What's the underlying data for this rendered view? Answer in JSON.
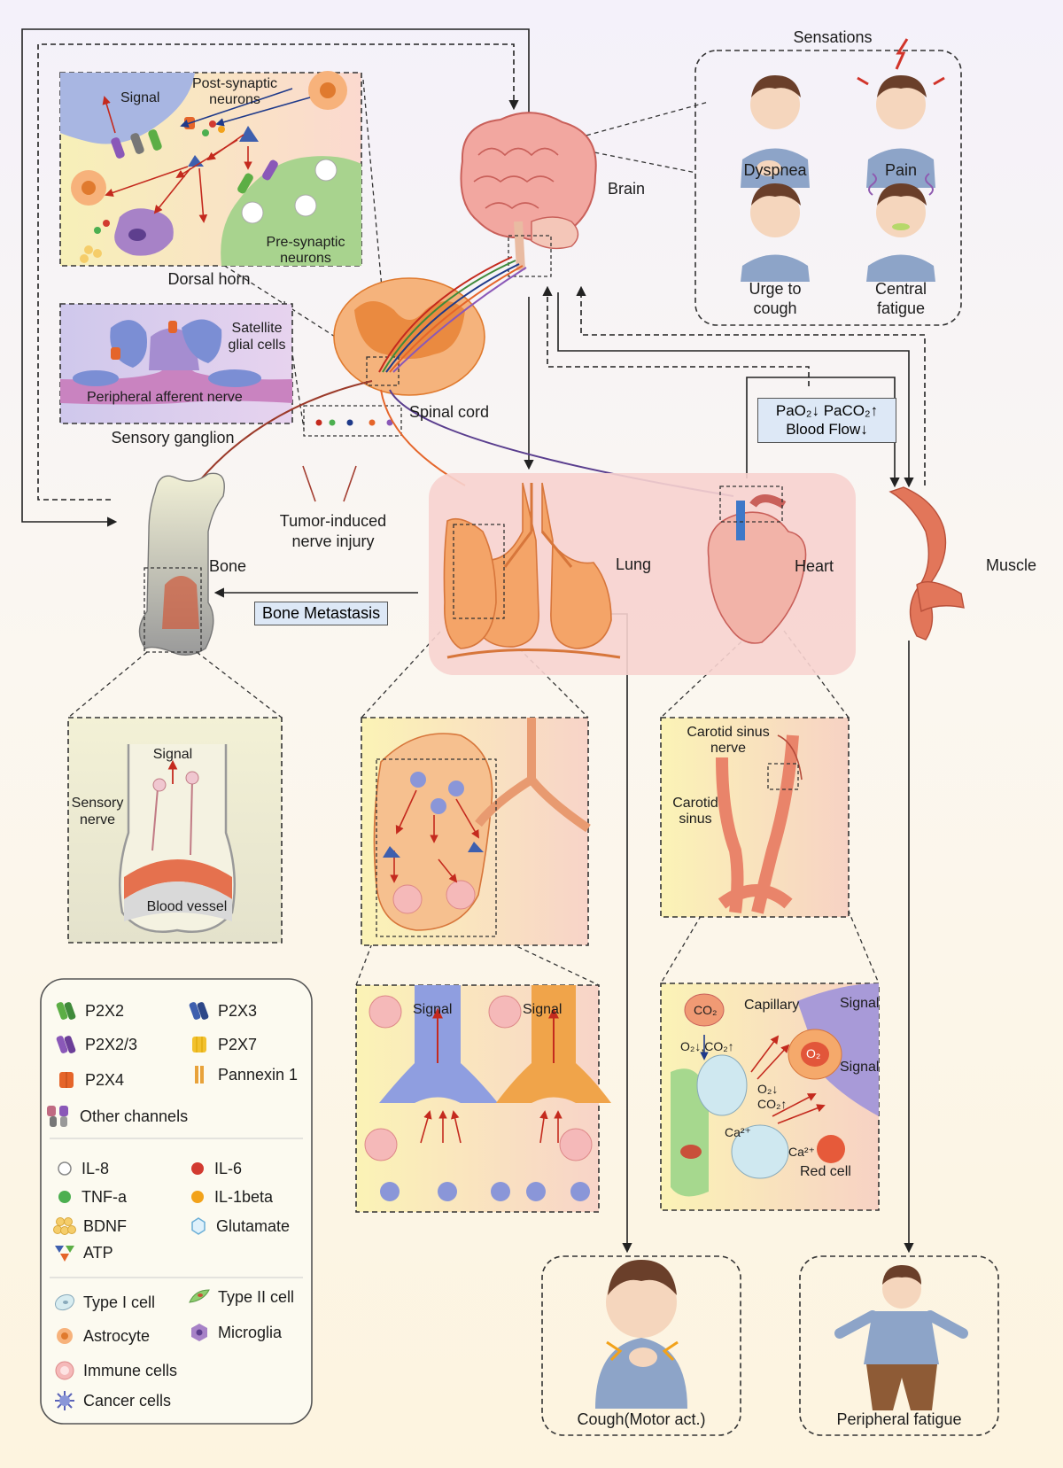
{
  "labels": {
    "sensations": "Sensations",
    "dyspnea": "Dyspnea",
    "pain": "Pain",
    "urge_to_cough_1": "Urge to",
    "urge_to_cough_2": "cough",
    "central_fatigue_1": "Central",
    "central_fatigue_2": "fatigue",
    "brain": "Brain",
    "spinal_cord": "Spinal cord",
    "dorsal_horn": "Dorsal horn",
    "signal": "Signal",
    "post_synaptic_1": "Post-synaptic",
    "post_synaptic_2": "neurons",
    "pre_synaptic_1": "Pre-synaptic",
    "pre_synaptic_2": "neurons",
    "satellite_1": "Satellite",
    "satellite_2": "glial cells",
    "peripheral_afferent": "Peripheral afferent nerve",
    "sensory_ganglion": "Sensory ganglion",
    "tumor_induced_1": "Tumor-induced",
    "tumor_induced_2": "nerve injury",
    "bone": "Bone",
    "bone_metastasis": "Bone Metastasis",
    "lung": "Lung",
    "heart": "Heart",
    "muscle": "Muscle",
    "blood_gas_pao2": "PaO₂↓ PaCO₂↑",
    "blood_flow": "Blood Flow↓",
    "sensory_nerve_1": "Sensory",
    "sensory_nerve_2": "nerve",
    "blood_vessel": "Blood vessel",
    "carotid_sinus_nerve_1": "Carotid sinus",
    "carotid_sinus_nerve_2": "nerve",
    "carotid_sinus_1": "Carotid",
    "carotid_sinus_2": "sinus",
    "capillary": "Capillary",
    "co2": "CO₂",
    "o2": "O₂",
    "o2_co2_1": "O₂↓,CO₂↑",
    "o2_co2_2a": "O₂↓",
    "o2_co2_2b": "CO₂↑",
    "ca2_1": "Ca²⁺",
    "ca2_2": "Ca²⁺",
    "red_cell": "Red cell",
    "cough_motor": "Cough(Motor act.)",
    "peripheral_fatigue": "Peripheral fatigue"
  },
  "legend": {
    "p2x2": "P2X2",
    "p2x3": "P2X3",
    "p2x2_3": "P2X2/3",
    "p2x7": "P2X7",
    "p2x4": "P2X4",
    "pannexin": "Pannexin 1",
    "other_channels": "Other channels",
    "il8": "IL-8",
    "il6": "IL-6",
    "tnfa": "TNF-a",
    "il1beta": "IL-1beta",
    "bdnf": "BDNF",
    "glutamate": "Glutamate",
    "atp": "ATP",
    "type1": "Type I cell",
    "type2": "Type II cell",
    "astrocyte": "Astrocyte",
    "microglia": "Microglia",
    "immune": "Immune cells",
    "cancer": "Cancer cells"
  },
  "colors": {
    "p2x2": "#5cae45",
    "p2x3": "#3e5fae",
    "p2x2_3": "#8a58b8",
    "p2x7": "#f2c12e",
    "p2x4": "#e5652a",
    "pannexin": "#e8a23a",
    "arrow_red": "#c42a1e",
    "arrow_blue": "#1f3a8a"
  }
}
